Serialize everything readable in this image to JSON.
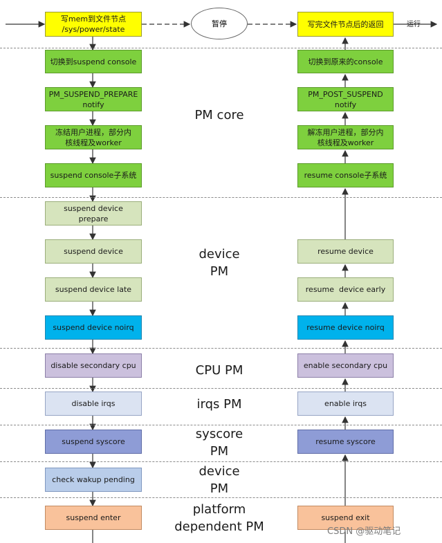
{
  "top": {
    "write_box": "写mem到文件节点\n/sys/power/state",
    "pause": "暂停",
    "return_box": "写完文件节点后的返回",
    "run_label": "运行"
  },
  "suspend_path": [
    "切换到suspend console",
    "PM_SUSPEND_PREPARE\nnotify",
    "冻结用户进程，部分内\n核线程及worker",
    "suspend console子系统",
    "suspend device prepare",
    "suspend device",
    "suspend device late",
    "suspend device noirq",
    "disable secondary cpu",
    "disable irqs",
    "suspend syscore",
    "check wakup pending",
    "suspend enter"
  ],
  "resume_path": [
    "切换到原来的console",
    "PM_POST_SUSPEND\nnotify",
    "解冻用户进程，部分内\n核线程及worker",
    "resume console子系统",
    "resume device",
    "resume  device early",
    "resume device noirq",
    "enable secondary cpu",
    "enable irqs",
    "resume syscore",
    "suspend exit"
  ],
  "zones": [
    "PM core",
    "device\nPM",
    "CPU PM",
    "irqs PM",
    "syscore\nPM",
    "device\nPM",
    "platform\ndependent PM"
  ],
  "watermark": "CSDN @驱动笔记",
  "colors": {
    "yellow": "#ffff00",
    "green": "#7ed03e",
    "sage": "#d6e4bd",
    "cyan": "#00b2ec",
    "lavender": "#cbc0dd",
    "pale_blue": "#dbe3f2",
    "periwinkle": "#8e9cd6",
    "light_blue": "#b9cdea",
    "peach": "#f9c29b"
  }
}
